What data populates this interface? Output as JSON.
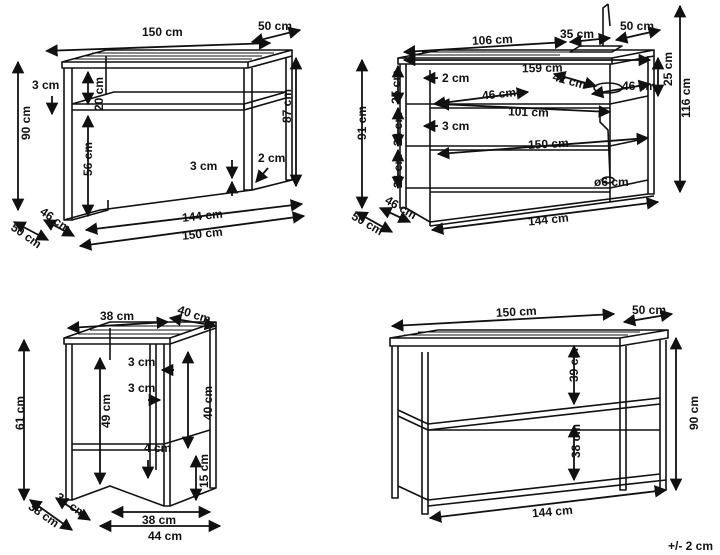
{
  "diagrams": {
    "console_table": {
      "length_top": "150 cm",
      "depth_top": "50 cm",
      "height": "90 cm",
      "leg_3": "3 cm",
      "shelf_offset": "20 cm",
      "leg_height": "56 cm",
      "inner_height": "87 cm",
      "foot_3": "3 cm",
      "foot_2": "2 cm",
      "depth_base": "46 cm",
      "depth_outer": "50 cm",
      "inner_length": "144 cm",
      "outer_length": "150 cm"
    },
    "bar_counter": {
      "upper_length": "106 cm",
      "sink_width": "35 cm",
      "depth_top": "50 cm",
      "total_height": "116 cm",
      "top_length": "159 cm",
      "side_height": "25 cm",
      "rail_2": "2 cm",
      "rail_42": "42 cm",
      "rail_46a": "46 cm",
      "rail_46b": "46 cm",
      "body_height": "91 cm",
      "shelf_25": "25 cm",
      "mid_length": "101 cm",
      "shelf_24a": "24 cm",
      "leg_3": "3 cm",
      "shelf_length": "150 cm",
      "shelf_24b": "24 cm",
      "pipe_diameter": "ø6 cm",
      "depth_base": "46 cm",
      "depth_outer": "50 cm",
      "base_length": "144 cm"
    },
    "side_table": {
      "top_width": "38 cm",
      "top_depth": "40 cm",
      "height": "61 cm",
      "gap_3a": "3 cm",
      "gap_3b": "3 cm",
      "leg_49": "49 cm",
      "span_40": "40 cm",
      "bar_4": "4 cm",
      "foot_15": "15 cm",
      "depth_34": "34 cm",
      "depth_38": "38 cm",
      "width_38": "38 cm",
      "width_44": "44 cm"
    },
    "shelf_unit": {
      "length_top": "150 cm",
      "depth_top": "50 cm",
      "height": "90 cm",
      "shelf_39": "39 cm",
      "shelf_38": "38 cm",
      "base_length": "144 cm"
    }
  },
  "tolerance": "+/- 2 cm"
}
